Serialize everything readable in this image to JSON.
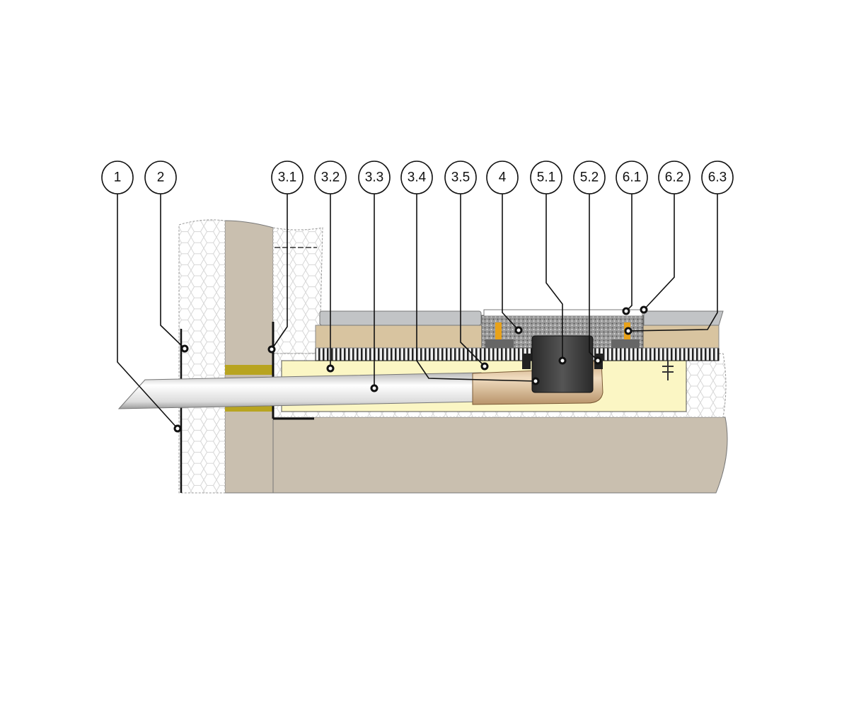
{
  "diagram": {
    "callouts": [
      {
        "id": "1"
      },
      {
        "id": "2"
      },
      {
        "id": "3.1"
      },
      {
        "id": "3.2"
      },
      {
        "id": "3.3"
      },
      {
        "id": "3.4"
      },
      {
        "id": "3.5"
      },
      {
        "id": "4"
      },
      {
        "id": "5.1"
      },
      {
        "id": "5.2"
      },
      {
        "id": "6.1"
      },
      {
        "id": "6.2"
      },
      {
        "id": "6.3"
      }
    ],
    "colors": {
      "concrete": "#c9bfaf",
      "insulation": "#ffffff",
      "fill_yellow": "#fbf6c4",
      "sand": "#d8c4a0",
      "tile": "#c2c4c6",
      "fitting": "#d9bb92",
      "drain_body": "#3a3a3a",
      "seal": "#b8a420"
    }
  }
}
